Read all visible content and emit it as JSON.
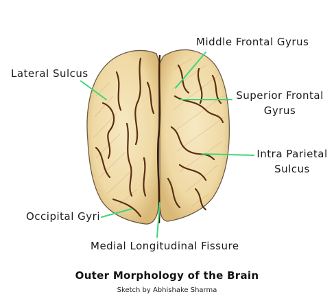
{
  "labels": {
    "middle_frontal_gyrus": "Middle Frontal Gyrus",
    "lateral_sulcus": "Lateral Sulcus",
    "superior_frontal_gyrus_line1": "Superior Frontal",
    "superior_frontal_gyrus_line2": "Gyrus",
    "intra_parietal_sulcus_line1": "Intra Parietal",
    "intra_parietal_sulcus_line2": "Sulcus",
    "occipital_gyri": "Occipital Gyri",
    "medial_longitudinal_fissure": "Medial Longitudinal Fissure"
  },
  "title": "Outer Morphology of the Brain",
  "credit": "Sketch by Abhishake Sharma",
  "colors": {
    "leader_line": "#3fd67a",
    "brain_fill": "#f3dfad",
    "brain_shade": "#e2c285",
    "sulcus": "#5b2f12",
    "outline": "#6b5a48"
  }
}
